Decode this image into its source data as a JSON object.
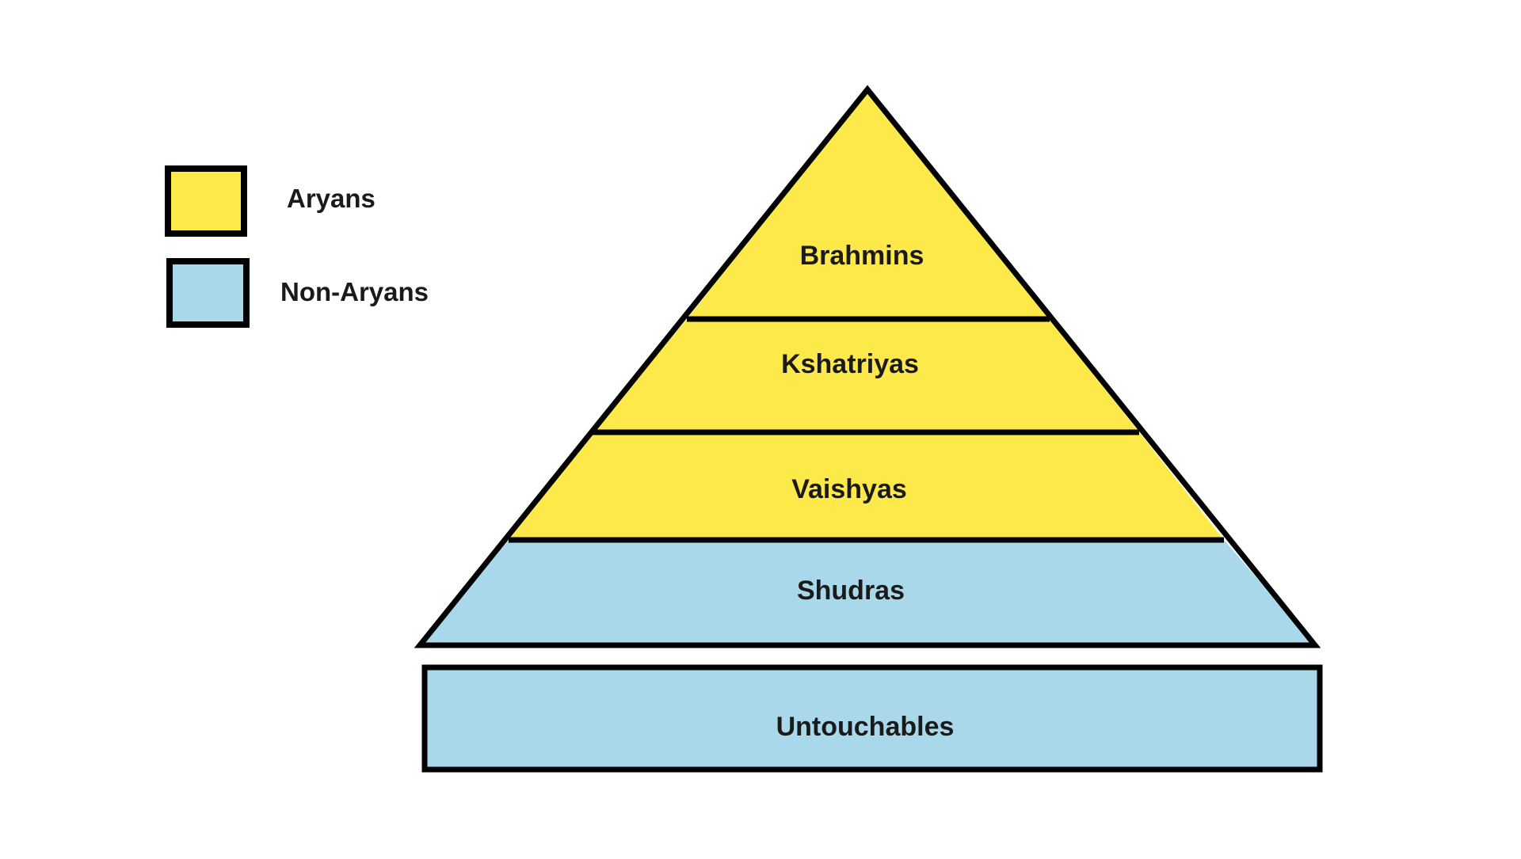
{
  "colors": {
    "aryan": "#FEE94A",
    "non_aryan": "#A8D8EA",
    "outline": "#000000"
  },
  "legend": [
    {
      "label": "Aryans",
      "group": "aryan"
    },
    {
      "label": "Non-Aryans",
      "group": "non_aryan"
    }
  ],
  "tiers": [
    {
      "label": "Brahmins",
      "group": "aryan"
    },
    {
      "label": "Kshatriyas",
      "group": "aryan"
    },
    {
      "label": "Vaishyas",
      "group": "aryan"
    },
    {
      "label": "Shudras",
      "group": "non_aryan"
    }
  ],
  "base": {
    "label": "Untouchables",
    "group": "non_aryan"
  }
}
